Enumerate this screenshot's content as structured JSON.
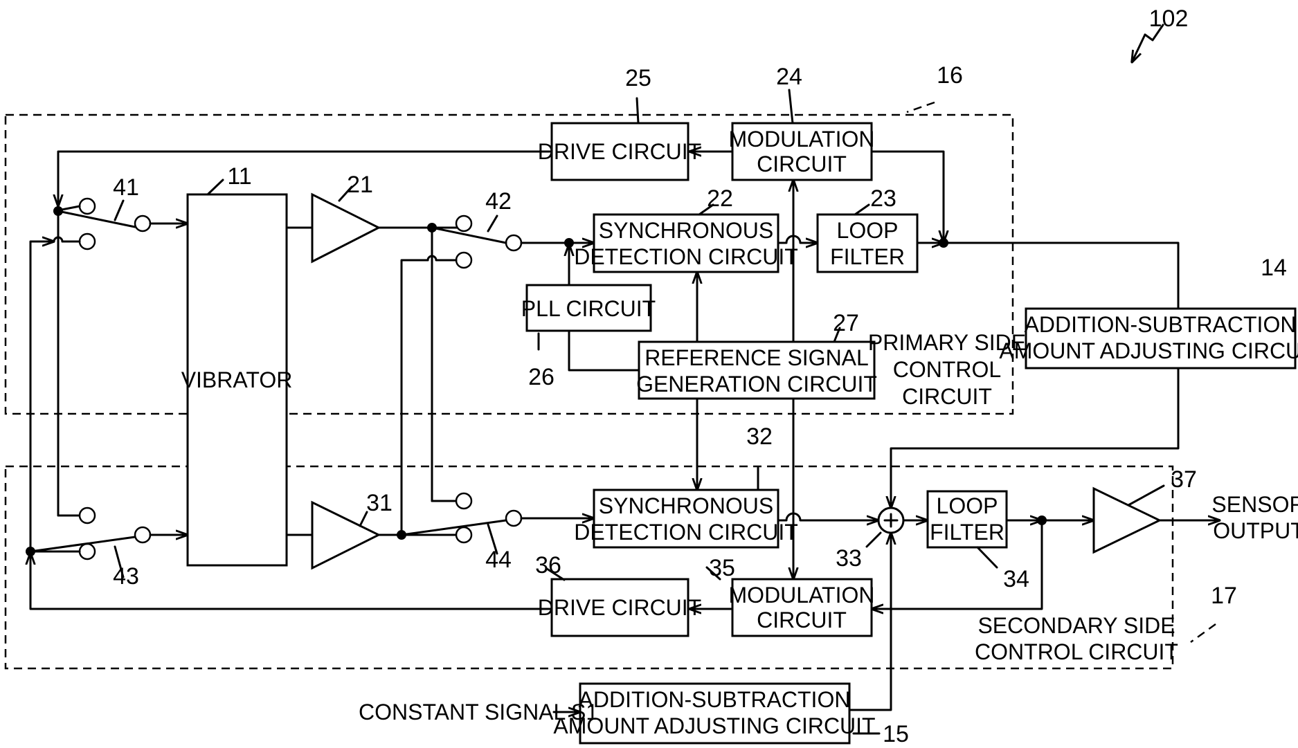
{
  "figure_ref": "102",
  "blocks": {
    "vibrator": "VIBRATOR",
    "drive_primary": "DRIVE CIRCUIT",
    "mod_primary": [
      "MODULATION",
      "CIRCUIT"
    ],
    "sync_primary": [
      "SYNCHRONOUS",
      "DETECTION CIRCUIT"
    ],
    "loop_primary": [
      "LOOP",
      "FILTER"
    ],
    "pll": "PLL CIRCUIT",
    "ref_gen": [
      "REFERENCE SIGNAL",
      "GENERATION CIRCUIT"
    ],
    "primary_ctrl": [
      "PRIMARY SIDE",
      "CONTROL",
      "CIRCUIT"
    ],
    "adj_14": [
      "ADDITION-SUBTRACTION",
      "AMOUNT ADJUSTING CIRCUIT"
    ],
    "sync_secondary": [
      "SYNCHRONOUS",
      "DETECTION CIRCUIT"
    ],
    "loop_secondary": [
      "LOOP",
      "FILTER"
    ],
    "mod_secondary": [
      "MODULATION",
      "CIRCUIT"
    ],
    "drive_secondary": "DRIVE CIRCUIT",
    "secondary_ctrl": [
      "SECONDARY SIDE",
      "CONTROL CIRCUIT"
    ],
    "adj_15": [
      "ADDITION-SUBTRACTION",
      "AMOUNT ADJUSTING CIRCUIT"
    ],
    "sensor_output": [
      "SENSOR",
      "OUTPUT"
    ],
    "constant_signal": "CONSTANT SIGNAL S1"
  },
  "refs": {
    "r11": "11",
    "r14": "14",
    "r15": "15",
    "r16": "16",
    "r17": "17",
    "r21": "21",
    "r22": "22",
    "r23": "23",
    "r24": "24",
    "r25": "25",
    "r26": "26",
    "r27": "27",
    "r31": "31",
    "r32": "32",
    "r33": "33",
    "r34": "34",
    "r35": "35",
    "r36": "36",
    "r37": "37",
    "r41": "41",
    "r42": "42",
    "r43": "43",
    "r44": "44"
  }
}
